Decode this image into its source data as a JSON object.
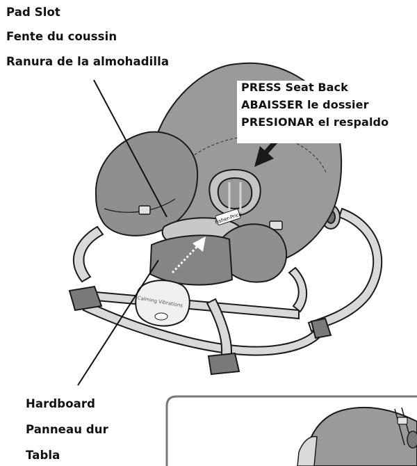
{
  "callouts": {
    "pad_slot": [
      "Pad Slot",
      "Fente du coussin",
      "Ranura de la almohadilla"
    ],
    "press_seat_back": [
      "PRESS Seat Back",
      "ABAISSER le dossier",
      "PRESIONAR el respaldo"
    ],
    "hardboard": [
      "Hardboard",
      "Panneau dur",
      "Tabla"
    ]
  },
  "product_marks": {
    "brand_logo": "Fisher-Price",
    "vibration_unit_text": "Calming Vibrations"
  },
  "colors": {
    "fabric": "#9a9a9a",
    "fabric_dark": "#8a8a8a",
    "pad": "#c8c8c8",
    "hardboard": "#858585",
    "frame": "#d9d9d9",
    "outline": "#1a1a1a",
    "inset_border": "#777777"
  }
}
